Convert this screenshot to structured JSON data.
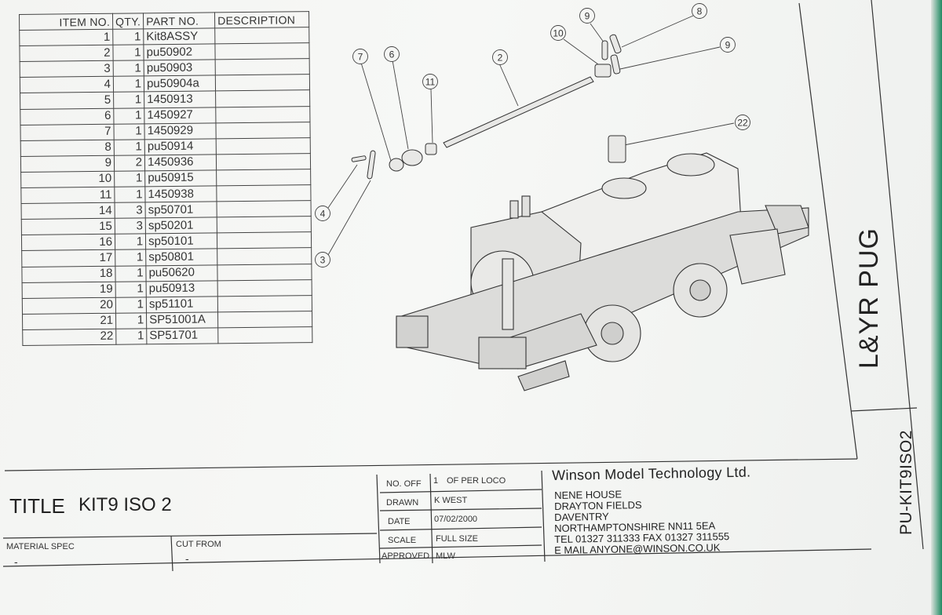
{
  "parts_list": {
    "headers": {
      "item": "ITEM NO.",
      "qty": "QTY.",
      "part": "PART NO.",
      "desc": "DESCRIPTION"
    },
    "rows": [
      {
        "item": "1",
        "qty": "1",
        "part": "Kit8ASSY",
        "desc": ""
      },
      {
        "item": "2",
        "qty": "1",
        "part": "pu50902",
        "desc": ""
      },
      {
        "item": "3",
        "qty": "1",
        "part": "pu50903",
        "desc": ""
      },
      {
        "item": "4",
        "qty": "1",
        "part": "pu50904a",
        "desc": ""
      },
      {
        "item": "5",
        "qty": "1",
        "part": "1450913",
        "desc": ""
      },
      {
        "item": "6",
        "qty": "1",
        "part": "1450927",
        "desc": ""
      },
      {
        "item": "7",
        "qty": "1",
        "part": "1450929",
        "desc": ""
      },
      {
        "item": "8",
        "qty": "1",
        "part": "pu50914",
        "desc": ""
      },
      {
        "item": "9",
        "qty": "2",
        "part": "1450936",
        "desc": ""
      },
      {
        "item": "10",
        "qty": "1",
        "part": "pu50915",
        "desc": ""
      },
      {
        "item": "11",
        "qty": "1",
        "part": "1450938",
        "desc": ""
      },
      {
        "item": "14",
        "qty": "3",
        "part": "sp50701",
        "desc": ""
      },
      {
        "item": "15",
        "qty": "3",
        "part": "sp50201",
        "desc": ""
      },
      {
        "item": "16",
        "qty": "1",
        "part": "sp50101",
        "desc": ""
      },
      {
        "item": "17",
        "qty": "1",
        "part": "sp50801",
        "desc": ""
      },
      {
        "item": "18",
        "qty": "1",
        "part": "pu50620",
        "desc": ""
      },
      {
        "item": "19",
        "qty": "1",
        "part": "pu50913",
        "desc": ""
      },
      {
        "item": "20",
        "qty": "1",
        "part": "sp51101",
        "desc": ""
      },
      {
        "item": "21",
        "qty": "1",
        "part": "SP51001A",
        "desc": ""
      },
      {
        "item": "22",
        "qty": "1",
        "part": "SP51701",
        "desc": ""
      }
    ]
  },
  "callouts": [
    "7",
    "6",
    "11",
    "2",
    "10",
    "9",
    "8",
    "9",
    "22",
    "4",
    "3"
  ],
  "title_block": {
    "title_label": "TITLE",
    "title_value": "KIT9 ISO 2",
    "material_spec_label": "MATERIAL SPEC",
    "material_spec_value": "-",
    "cut_from_label": "CUT FROM",
    "cut_from_value": "-",
    "no_off_label": "NO. OFF",
    "no_off_value": "1",
    "no_off_note": "OF PER LOCO",
    "drawn_label": "DRAWN",
    "drawn_value": "K WEST",
    "date_label": "DATE",
    "date_value": "07/02/2000",
    "scale_label": "SCALE",
    "scale_value": "FULL SIZE",
    "approved_label": "APPROVED",
    "approved_value": "MLW",
    "company": "Winson Model Technology Ltd.",
    "address": [
      "NENE HOUSE",
      "DRAYTON FIELDS",
      "DAVENTRY",
      "NORTHAMPTONSHIRE NN11 5EA",
      "TEL 01327 311333     FAX 01327 311555",
      "E MAIL    ANYONE@WINSON.CO.UK"
    ],
    "drawing_title": "L&YR PUG",
    "drawing_code": "PU-KIT9ISO2"
  }
}
